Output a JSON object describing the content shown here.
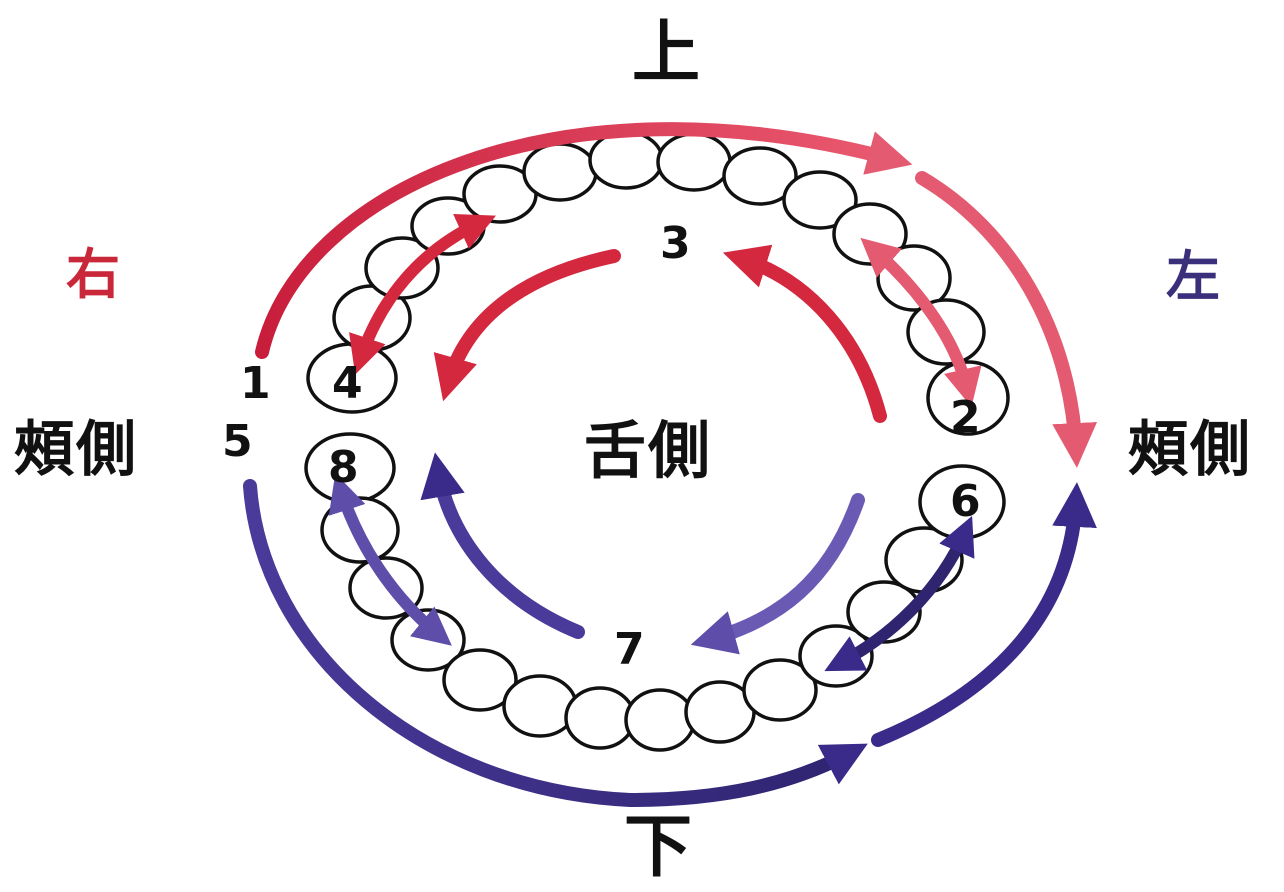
{
  "labels": {
    "upper": "上",
    "lower": "下",
    "right": "右",
    "left": "左",
    "buccal_right": "頰側",
    "buccal_left": "頰側",
    "lingual": "舌側"
  },
  "steps": {
    "s1": "1",
    "s2": "2",
    "s3": "3",
    "s4": "4",
    "s5": "5",
    "s6": "6",
    "s7": "7",
    "s8": "8"
  },
  "colors": {
    "upper_arrows": "#d0243c",
    "upper_arrows_light": "#e2506a",
    "lower_arrows": "#3a2a8a",
    "lower_arrows_light": "#5a4aa8",
    "right_label": "#c8283a",
    "left_label": "#3a2f7a",
    "teeth_outline": "#111111"
  }
}
